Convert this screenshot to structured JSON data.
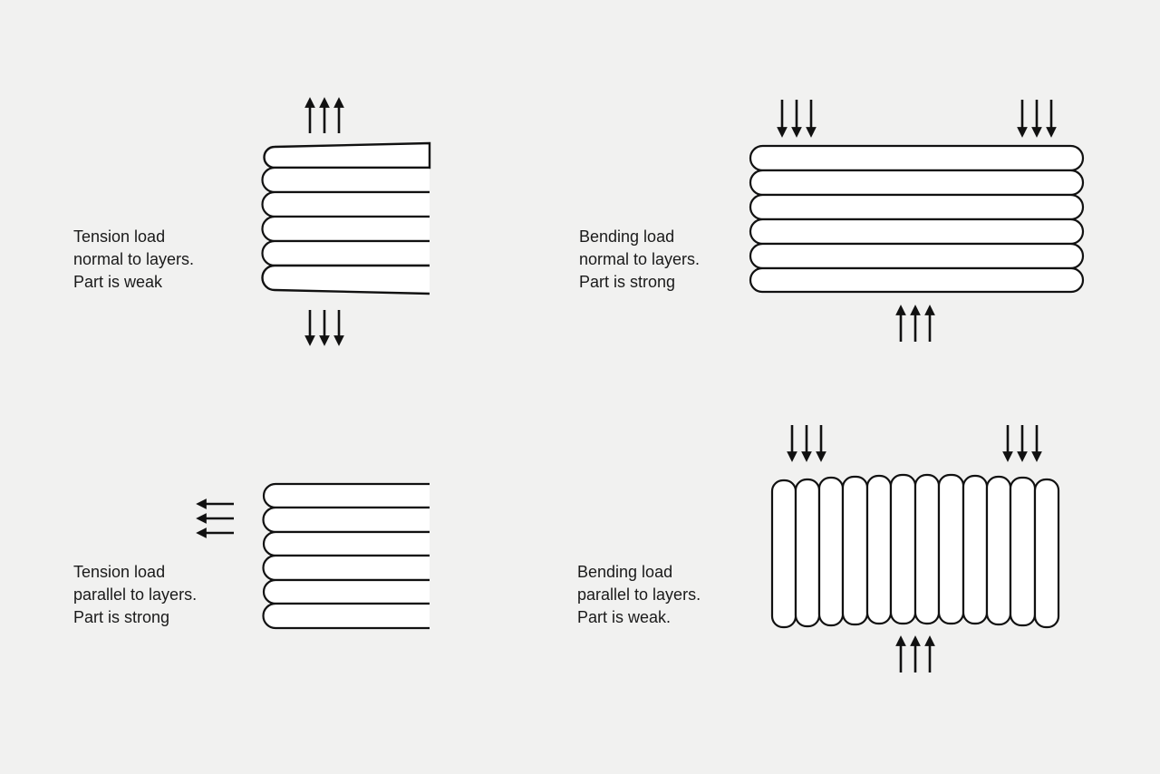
{
  "panels": [
    {
      "id": "tension-normal",
      "lines": [
        "Tension load",
        "normal to layers.",
        "Part is weak"
      ]
    },
    {
      "id": "bending-normal",
      "lines": [
        "Bending load",
        "normal to layers.",
        "Part is strong"
      ]
    },
    {
      "id": "tension-parallel",
      "lines": [
        "Tension load",
        "parallel to layers.",
        "Part is strong"
      ]
    },
    {
      "id": "bending-parallel",
      "lines": [
        "Bending load",
        "parallel to layers.",
        "Part is weak."
      ]
    }
  ],
  "colors": {
    "background": "#f1f1f0",
    "stroke": "#111111",
    "fill": "#ffffff"
  }
}
